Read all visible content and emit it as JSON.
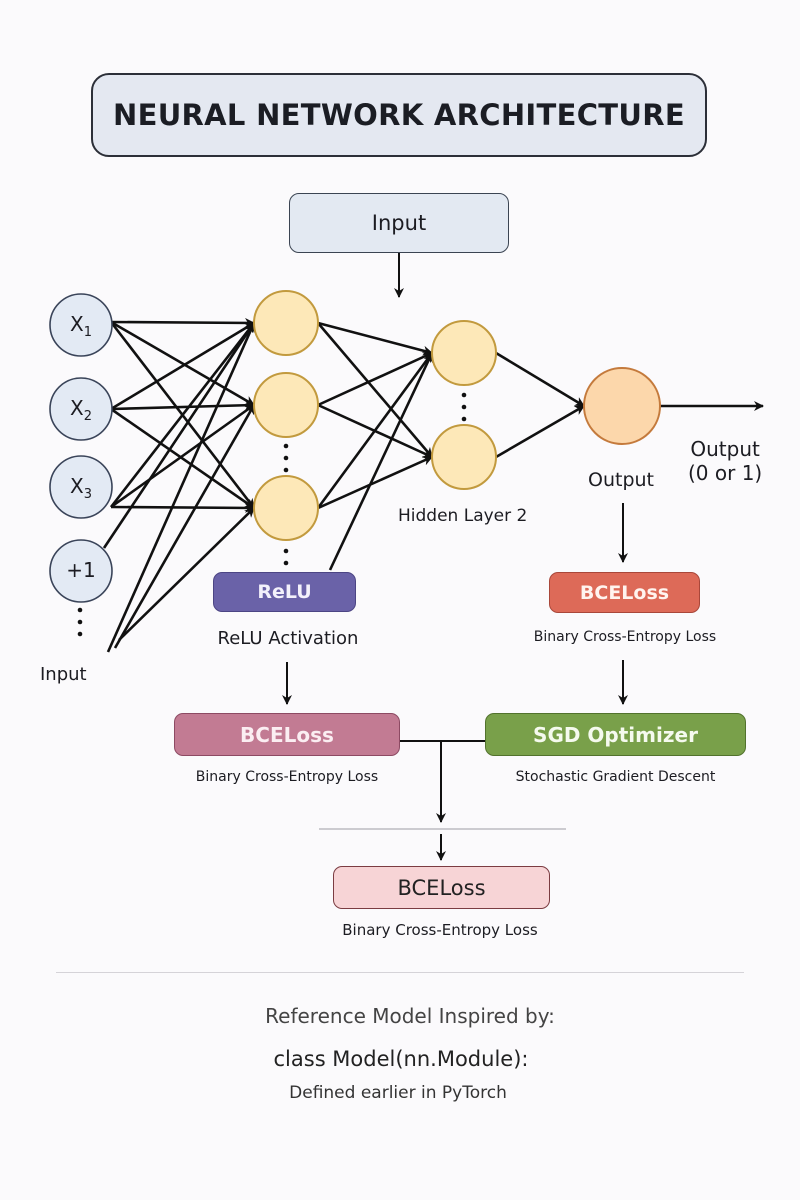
{
  "title": "NEURAL NETWORK ARCHITECTURE",
  "input_box": "Input",
  "input_nodes": [
    {
      "main": "X",
      "sub": "1"
    },
    {
      "main": "X",
      "sub": "2"
    },
    {
      "main": "X",
      "sub": "3"
    },
    {
      "main": "+1",
      "sub": ""
    }
  ],
  "input_label": "Input",
  "hidden_layer_2_label": "Hidden Layer 2",
  "output_node_label": "Output",
  "output_arrow_label": [
    "Output",
    "(0 or 1)"
  ],
  "relu": {
    "label": "ReLU",
    "caption": "ReLU Activation",
    "color": "#6a62a8"
  },
  "bce_right": {
    "label": "BCELoss",
    "caption": "Binary Cross-Entropy Loss",
    "color": "#dd6a58"
  },
  "bce_left": {
    "label": "BCELoss",
    "caption": "Binary Cross-Entropy Loss",
    "color": "#c27b93"
  },
  "sgd": {
    "label": "SGD Optimizer",
    "caption": "Stochastic Gradient Descent",
    "color": "#79a04a"
  },
  "bce_final": {
    "label": "BCELoss",
    "caption": "Binary Cross-Entropy Loss",
    "color": "#f7d4d6"
  },
  "footer": {
    "line1": "Reference Model Inspired by:",
    "line2": "class Model(nn.Module):",
    "line3": "Defined earlier in PyTorch"
  },
  "colors": {
    "input_node_fill": "#e3eaf4",
    "hidden_node_fill": "#fde8b8",
    "hidden_node_stroke": "#c29a3e",
    "output_node_fill": "#fcd7ab",
    "output_node_stroke": "#c47a3c"
  }
}
